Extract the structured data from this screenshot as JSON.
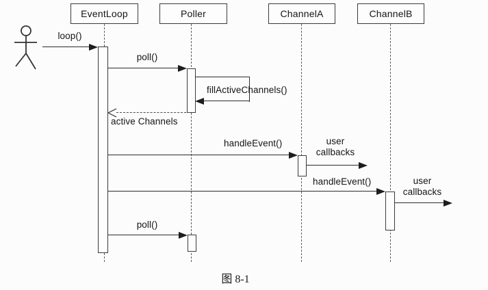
{
  "diagram": {
    "type": "uml-sequence",
    "caption": "图 8-1",
    "colors": {
      "line": "#2b2b2b",
      "background": "#fcfcfc",
      "text": "#141414"
    },
    "actor": {
      "icon": "stick-figure-actor"
    },
    "lifelines": [
      {
        "label": "EventLoop"
      },
      {
        "label": "Poller"
      },
      {
        "label": "ChannelA"
      },
      {
        "label": "ChannelB"
      }
    ],
    "messages": [
      {
        "id": "loop",
        "label": "loop()",
        "from": "actor",
        "to": "EventLoop",
        "style": "sync-solid-arrow"
      },
      {
        "id": "poll-1",
        "label": "poll()",
        "from": "EventLoop",
        "to": "Poller",
        "style": "sync-solid-arrow"
      },
      {
        "id": "fill-active-channels",
        "label": "fillActiveChannels()",
        "from": "Poller",
        "to": "Poller",
        "style": "self-message"
      },
      {
        "id": "active-channels",
        "label": "active Channels",
        "from": "Poller",
        "to": "EventLoop",
        "style": "dashed-return-open-arrow"
      },
      {
        "id": "handle-event-a",
        "label": "handleEvent()",
        "from": "EventLoop",
        "to": "ChannelA",
        "style": "sync-solid-arrow"
      },
      {
        "id": "user-callbacks-a",
        "label": "user\ncallbacks",
        "from": "ChannelA",
        "to": "outside",
        "style": "sync-solid-arrow"
      },
      {
        "id": "handle-event-b",
        "label": "handleEvent()",
        "from": "EventLoop",
        "to": "ChannelB",
        "style": "sync-solid-arrow"
      },
      {
        "id": "user-callbacks-b",
        "label": "user\ncallbacks",
        "from": "ChannelB",
        "to": "outside",
        "style": "sync-solid-arrow"
      },
      {
        "id": "poll-2",
        "label": "poll()",
        "from": "EventLoop",
        "to": "Poller",
        "style": "sync-solid-arrow"
      }
    ]
  }
}
